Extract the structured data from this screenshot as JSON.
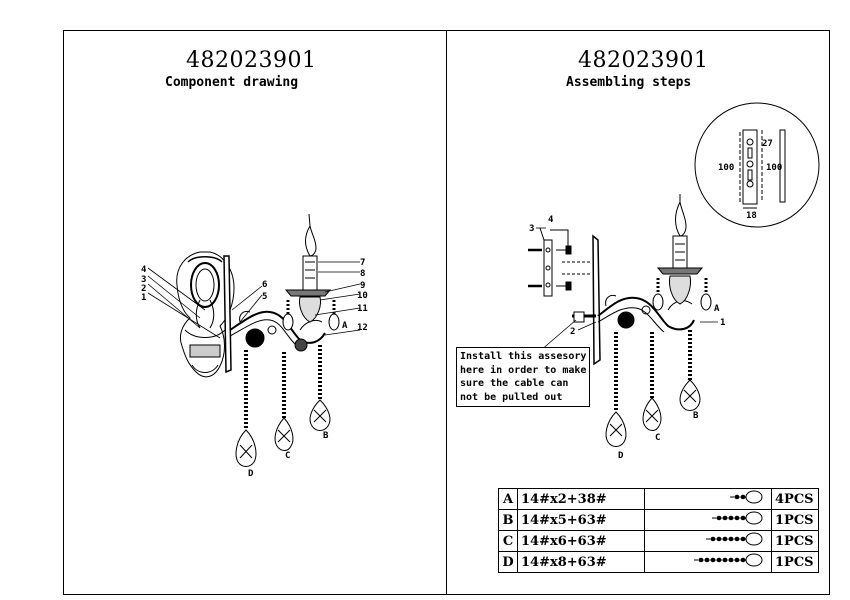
{
  "left_panel": {
    "code": "482023901",
    "subtitle": "Component drawing",
    "callouts": [
      "1",
      "2",
      "3",
      "4",
      "5",
      "6",
      "7",
      "8",
      "9",
      "10",
      "11",
      "12",
      "A",
      "B",
      "C",
      "D"
    ]
  },
  "right_panel": {
    "code": "482023901",
    "subtitle": "Assembling steps",
    "bracket_dims": {
      "left": "100",
      "right": "100",
      "top": "27",
      "bottom": "18"
    },
    "callouts": [
      "1",
      "2",
      "3",
      "4",
      "A",
      "B",
      "C",
      "D"
    ],
    "note_lines": [
      "Install this assesory",
      "here in order to make",
      "sure the cable can",
      "not be pulled out"
    ]
  },
  "parts_table": [
    {
      "letter": "A",
      "formula": "14#x2+38#",
      "qty": "4PCS",
      "beads": 2
    },
    {
      "letter": "B",
      "formula": "14#x5+63#",
      "qty": "1PCS",
      "beads": 5
    },
    {
      "letter": "C",
      "formula": "14#x6+63#",
      "qty": "1PCS",
      "beads": 6
    },
    {
      "letter": "D",
      "formula": "14#x8+63#",
      "qty": "1PCS",
      "beads": 8
    }
  ]
}
